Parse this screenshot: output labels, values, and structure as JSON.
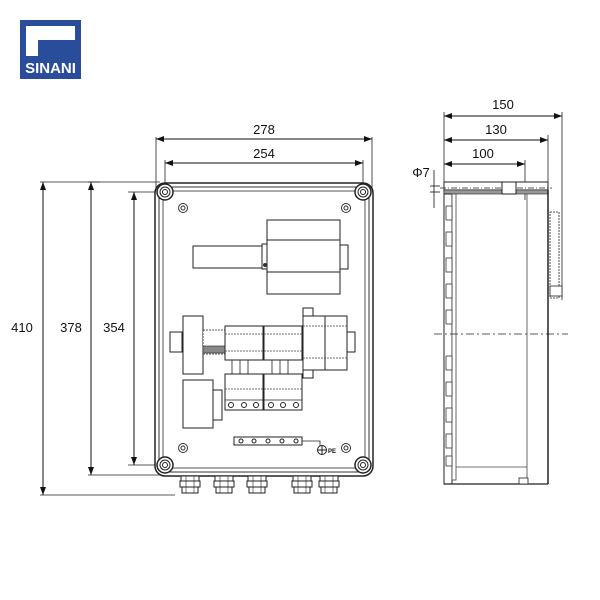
{
  "brand": {
    "name": "SINANI",
    "color": "#2a4d9b"
  },
  "front_view": {
    "width_dims": [
      {
        "label": "278",
        "desc": "overall width"
      },
      {
        "label": "254",
        "desc": "mounting hole spacing width"
      }
    ],
    "height_dims": [
      {
        "label": "410",
        "desc": "overall height incl. glands"
      },
      {
        "label": "378",
        "desc": "enclosure height"
      },
      {
        "label": "354",
        "desc": "mounting hole spacing height"
      }
    ],
    "ground_label": "PE",
    "cable_glands": 5,
    "terminal_block_screws": 5
  },
  "side_view": {
    "depth_dims": [
      {
        "label": "150",
        "desc": "overall depth"
      },
      {
        "label": "130",
        "desc": "enclosure depth"
      },
      {
        "label": "100",
        "desc": "base depth"
      }
    ],
    "hole_dim": {
      "label": "Φ7",
      "desc": "mounting hole diameter"
    }
  }
}
